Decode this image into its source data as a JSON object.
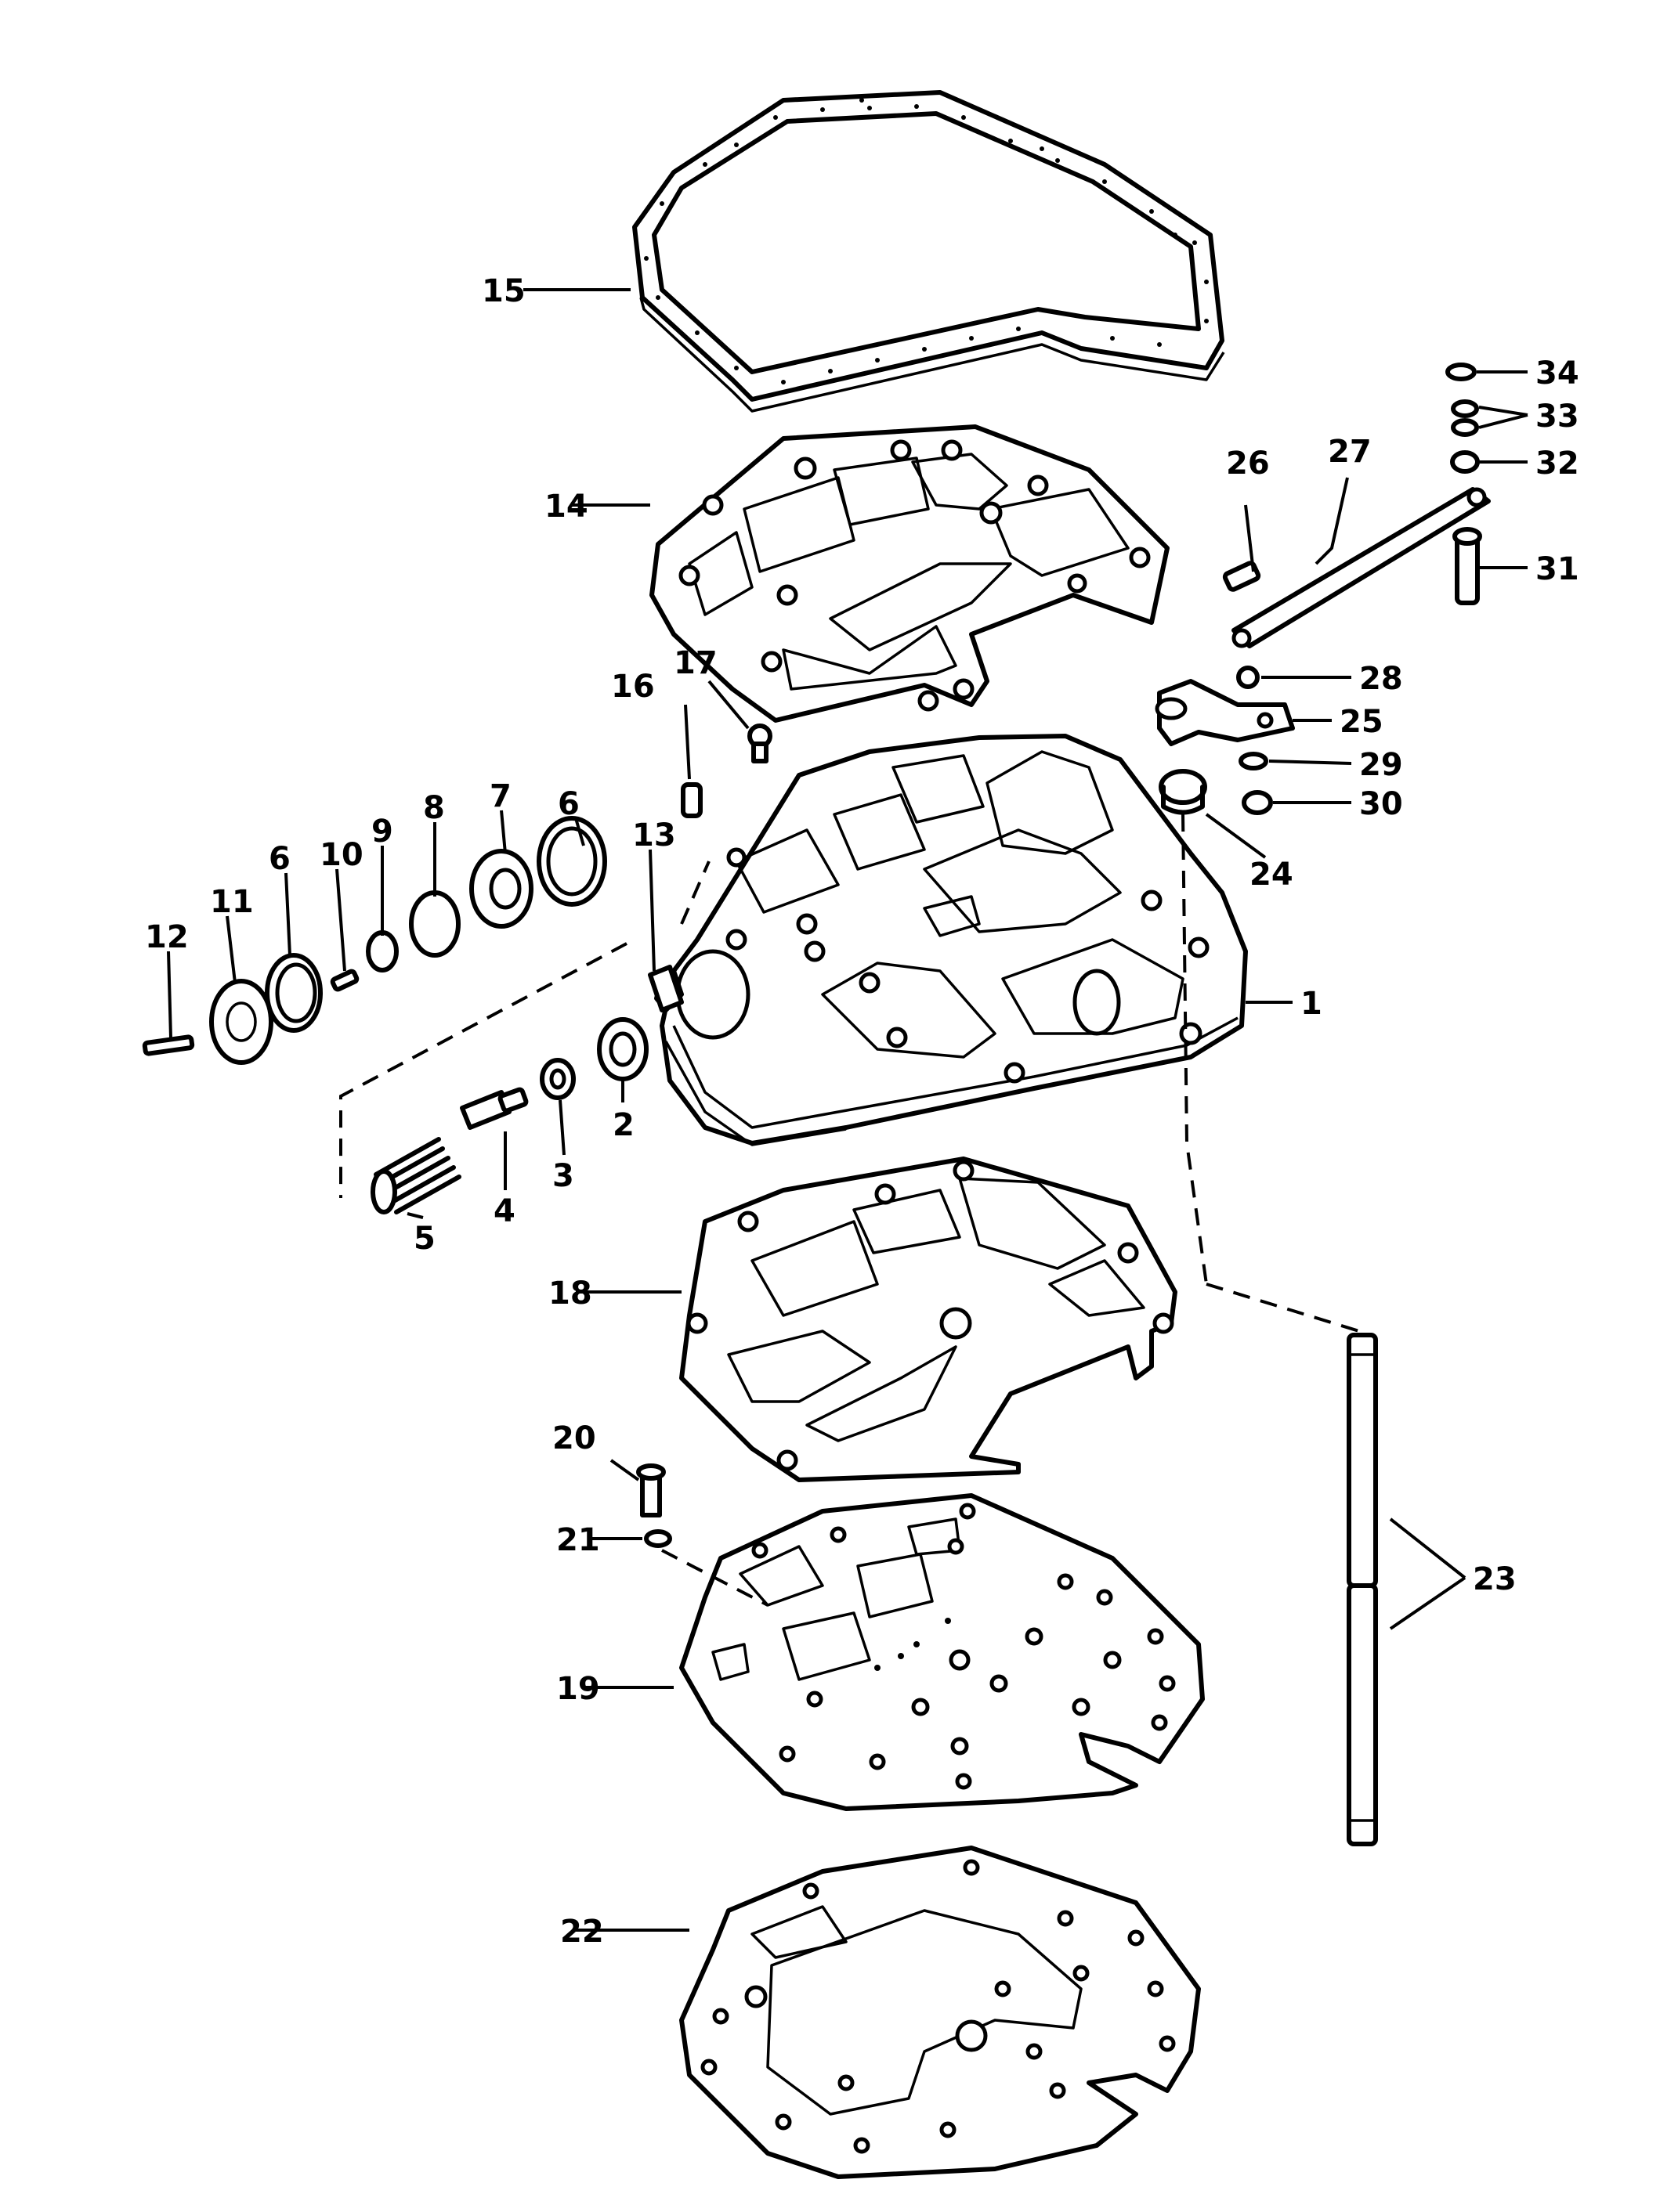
{
  "callouts": [
    {
      "id": "c1",
      "label": "1"
    },
    {
      "id": "c2",
      "label": "2"
    },
    {
      "id": "c3",
      "label": "3"
    },
    {
      "id": "c4",
      "label": "4"
    },
    {
      "id": "c5",
      "label": "5"
    },
    {
      "id": "c6a",
      "label": "6"
    },
    {
      "id": "c6b",
      "label": "6"
    },
    {
      "id": "c7",
      "label": "7"
    },
    {
      "id": "c8",
      "label": "8"
    },
    {
      "id": "c9",
      "label": "9"
    },
    {
      "id": "c10",
      "label": "10"
    },
    {
      "id": "c11",
      "label": "11"
    },
    {
      "id": "c12",
      "label": "12"
    },
    {
      "id": "c13",
      "label": "13"
    },
    {
      "id": "c14",
      "label": "14"
    },
    {
      "id": "c15",
      "label": "15"
    },
    {
      "id": "c16",
      "label": "16"
    },
    {
      "id": "c17",
      "label": "17"
    },
    {
      "id": "c18",
      "label": "18"
    },
    {
      "id": "c19",
      "label": "19"
    },
    {
      "id": "c20",
      "label": "20"
    },
    {
      "id": "c21",
      "label": "21"
    },
    {
      "id": "c22",
      "label": "22"
    },
    {
      "id": "c23",
      "label": "23"
    },
    {
      "id": "c24",
      "label": "24"
    },
    {
      "id": "c25",
      "label": "25"
    },
    {
      "id": "c26",
      "label": "26"
    },
    {
      "id": "c27",
      "label": "27"
    },
    {
      "id": "c28",
      "label": "28"
    },
    {
      "id": "c29",
      "label": "29"
    },
    {
      "id": "c30",
      "label": "30"
    },
    {
      "id": "c31",
      "label": "31"
    },
    {
      "id": "c32",
      "label": "32"
    },
    {
      "id": "c33",
      "label": "33"
    },
    {
      "id": "c34",
      "label": "34"
    }
  ]
}
